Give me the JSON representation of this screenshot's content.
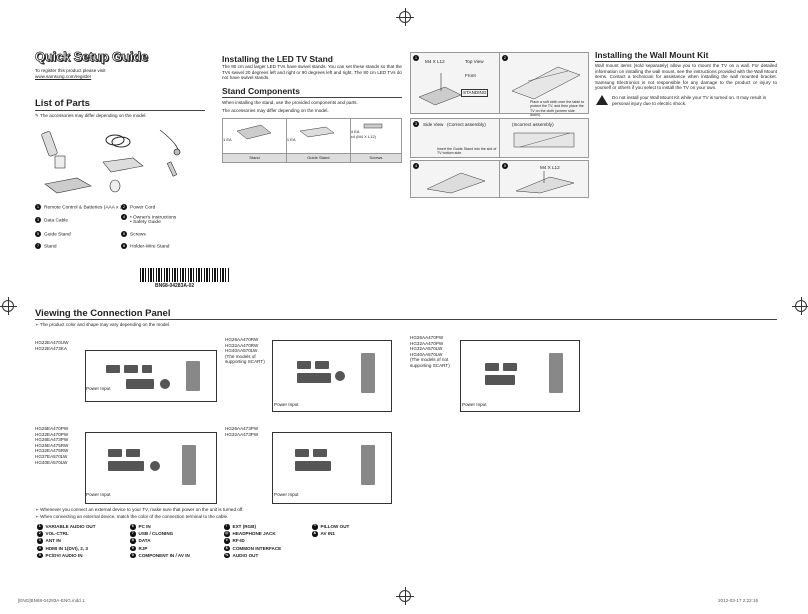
{
  "header": {
    "title": "Quick Setup Guide",
    "register_line1": "To register this product please visit",
    "register_line2": "www.samsung.com/register"
  },
  "list_of_parts": {
    "heading": "List of Parts",
    "note": "The accessories may differ depending on the model.",
    "items": [
      {
        "num": "1",
        "label": "Remote Control & Batteries (AAA x 2)"
      },
      {
        "num": "2",
        "label": "Power Cord"
      },
      {
        "num": "3",
        "label": "Data Cable"
      },
      {
        "num": "4",
        "label": "• Owner's Instructions"
      },
      {
        "num": "",
        "label": "• Safety Guide"
      },
      {
        "num": "5",
        "label": "Guide Stand"
      },
      {
        "num": "6",
        "label": "Screws"
      },
      {
        "num": "7",
        "label": "Stand"
      },
      {
        "num": "8",
        "label": "Holder-Wire Stand"
      }
    ],
    "barcode_code": "BN68-04283A-02"
  },
  "installing_stand": {
    "heading": "Installing the LED TV Stand",
    "body": "The 80 cm and larger LED TVs have swivel stands. You can set these stands so that the TVs swivel 20 degrees left and right or 90 degrees left and right. The 80 cm LED TVs do not have swivel stands.",
    "components_heading": "Stand Components",
    "components_note1": "When installing the stand, use the provided components and parts.",
    "components_note2": "The accessories may differ depending on the model.",
    "table_headers": [
      "Stand",
      "Guide Stand",
      "Screws"
    ],
    "table_qty": [
      "1 EA",
      "1 EA",
      "4 EA"
    ],
    "screw_spec": "x4 (M4 X L12)"
  },
  "wall_mount": {
    "heading": "Installing the Wall Mount Kit",
    "body": "Wall mount items (sold separately) allow you to mount the TV on a wall. For detailed information on installing the wall mount, see the instructions provided with the Wall Mount items. Contact a technician for assistance when installing the wall mounted bracket. Samsung Electronics is not responsible for any damage to the product or injury to yourself or others if you select to install the TV on your own.",
    "warning": "Do not install your Wall Mount Kit while your TV is turned on. It may result in personal injury due to electric shock."
  },
  "stand_figure_labels": {
    "top_view": "Top View",
    "front": "Front",
    "side_view": "Side View",
    "correct_assembly": "(Correct assembly)",
    "incorrect_assembly": "(Incorrect assembly)",
    "caption1": "Place a soft cloth over the table to protect the TV, and then place the TV on the cloth (screen side down).",
    "caption2": "Insert the Guide Stand into the slot of TV bottom side.",
    "screw_note": "M4 X L12",
    "warning_label": "STANDING"
  },
  "connection_panel": {
    "heading": "Viewing the Connection Panel",
    "note": "The product color and shape may vary depending on the model.",
    "groups": [
      {
        "models": [
          "HG22EA470UW",
          "HG22EA473KA"
        ],
        "sub": "",
        "power": "Power Input"
      },
      {
        "models": [
          "HG26AA470RW",
          "HG32AA470RW",
          "HG40AA570LW"
        ],
        "sub": "(The models of supporting SCART)",
        "power": "Power Input"
      },
      {
        "models": [
          "HG26AA470PW",
          "HG32AA470PW",
          "HG32AA570LW",
          "HG40AA570LW"
        ],
        "sub": "(The models of not supporting SCART)",
        "power": "Power Input"
      },
      {
        "models": [
          "HG26EA470PW",
          "HG32EA470PW",
          "HG26EA473PW",
          "HG26EA475RW",
          "HG32EA475RW",
          "HG37EA570LW",
          "HG40EA570LW"
        ],
        "sub": "",
        "power": "Power Input"
      },
      {
        "models": [
          "HG26AA473PW",
          "HG32AA473PW"
        ],
        "sub": "",
        "power": "Power Input"
      }
    ],
    "notes": [
      "Whenever you connect an external device to your TV, make sure that power on the unit is turned off.",
      "When connecting an external device, match the color of the connection terminal to the cable."
    ],
    "legend": [
      {
        "num": "1",
        "label": "VARIABLE AUDIO OUT"
      },
      {
        "num": "2",
        "label": "VOL-CTRL"
      },
      {
        "num": "3",
        "label": "ANT IN"
      },
      {
        "num": "4",
        "label": "HDMI IN 1(DVI), 2, 3"
      },
      {
        "num": "5",
        "label": "PC/DVI AUDIO IN"
      },
      {
        "num": "6",
        "label": "PC IN"
      },
      {
        "num": "7",
        "label": "USB / CLONING"
      },
      {
        "num": "8",
        "label": "DATA"
      },
      {
        "num": "9",
        "label": "RJP"
      },
      {
        "num": "0",
        "label": "COMPONENT IN / AV IN"
      },
      {
        "num": "!",
        "label": "EXT (RGB)"
      },
      {
        "num": "@",
        "label": "HEADPHONE JACK"
      },
      {
        "num": "#",
        "label": "RF-ID"
      },
      {
        "num": "$",
        "label": "COMMON INTERFACE"
      },
      {
        "num": "%",
        "label": "AUDIO OUT"
      },
      {
        "num": "^",
        "label": "PILLOW OUT"
      },
      {
        "num": "&",
        "label": "AV IN1"
      }
    ]
  },
  "footer": {
    "left": "[ENG]BN68-04283A-ENG.indd 1",
    "right": "2012-03-17   2:22:16"
  },
  "colors": {
    "text": "#222222",
    "rule": "#444444",
    "figure_bg": "#f4f4f4"
  }
}
